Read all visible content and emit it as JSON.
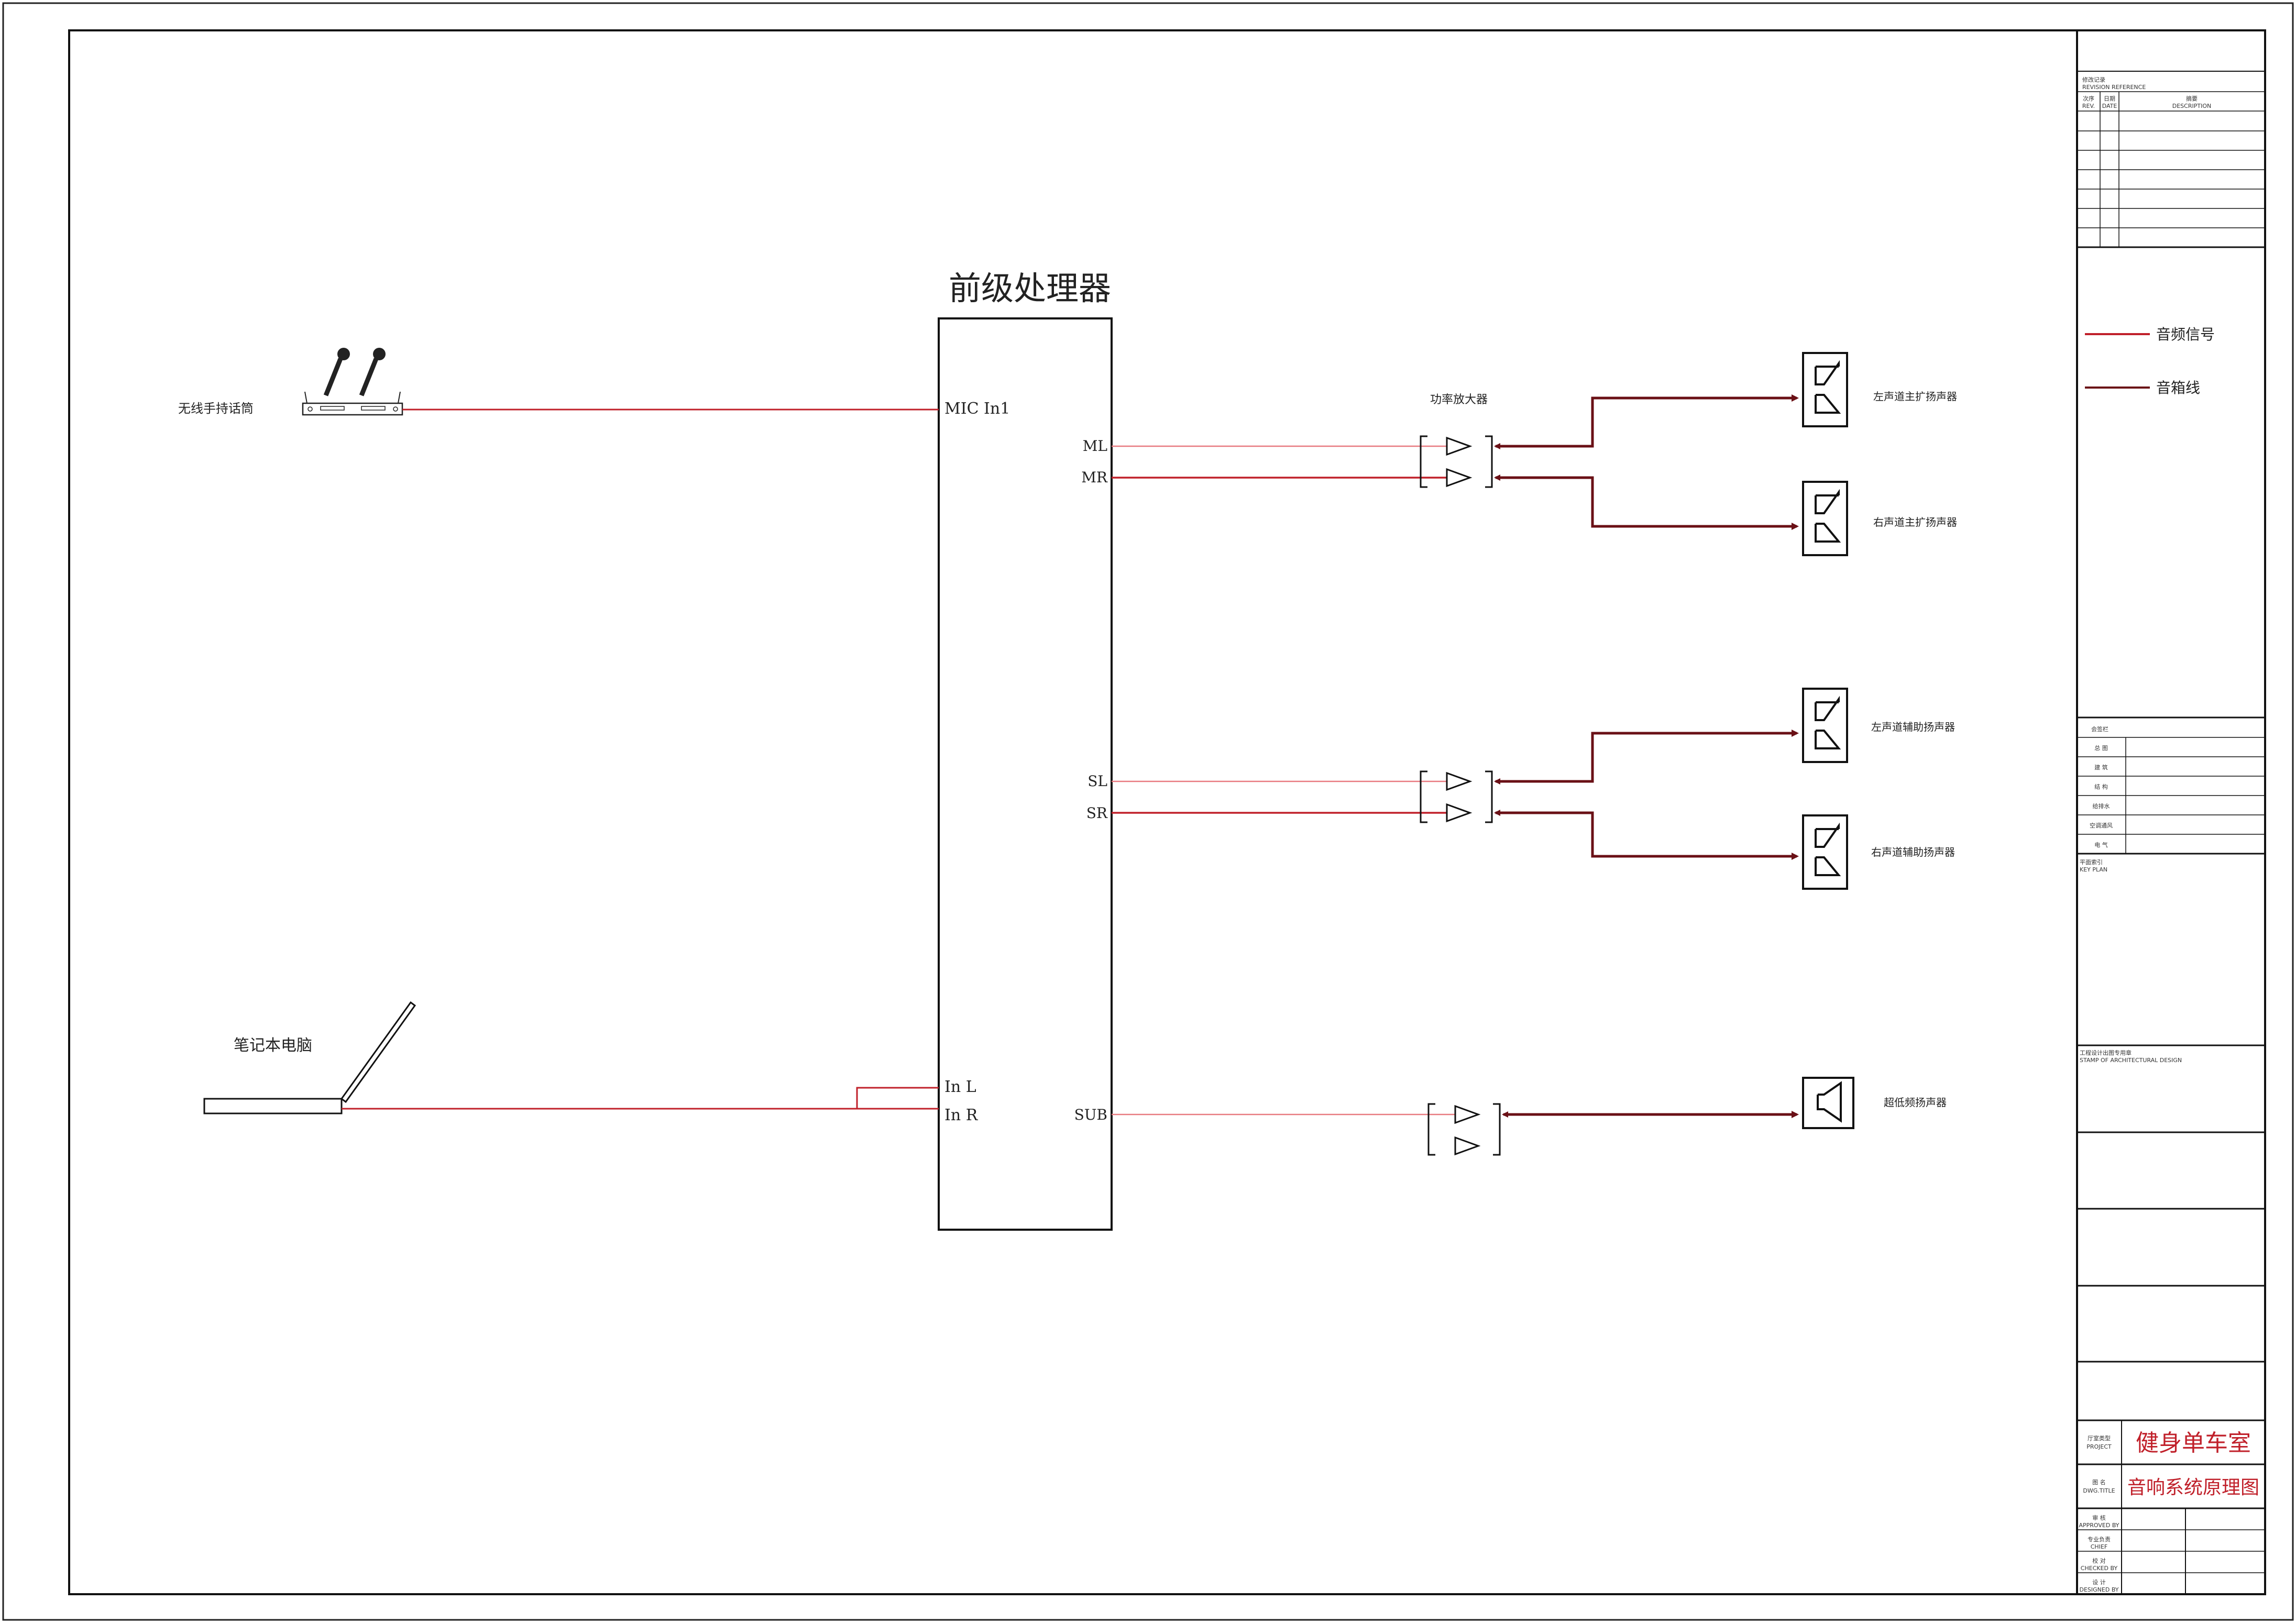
{
  "diagram": {
    "processor": {
      "title": "前级处理器",
      "ports_in": [
        "MIC In1",
        "In L",
        "In R"
      ],
      "ports_out": [
        "ML",
        "MR",
        "SL",
        "SR",
        "SUB"
      ]
    },
    "sources": {
      "mic": "无线手持话筒",
      "laptop": "笔记本电脑"
    },
    "amplifier_label": "功率放大器",
    "speakers": {
      "main_left": "左声道主扩扬声器",
      "main_right": "右声道主扩扬声器",
      "aux_left": "左声道辅助扬声器",
      "aux_right": "右声道辅助扬声器",
      "sub": "超低频扬声器"
    },
    "legend": {
      "audio_signal": "音频信号",
      "speaker_cable": "音箱线",
      "audio_color": "#c0202a",
      "speaker_color": "#6a1016"
    }
  },
  "title_block": {
    "revision_header": "修改记录",
    "revision_header_en": "REVISION REFERENCE",
    "rev_col": "次序",
    "rev_col_en": "REV.",
    "date_col": "日期",
    "date_col_en": "DATE",
    "desc_col": "摘要",
    "desc_col_en": "DESCRIPTION",
    "cosign_header": "会签栏",
    "cosign_rows": [
      "总 图",
      "建 筑",
      "结 构",
      "给排水",
      "空调通风",
      "电 气"
    ],
    "key_plan": "平面索引",
    "key_plan_en": "KEY PLAN",
    "stamp": "工程设计出图专用章",
    "stamp_en": "STAMP OF ARCHITECTURAL DESIGN",
    "project_label": "厅室类型",
    "project_label_en": "PROJECT",
    "project_name": "健身单车室",
    "drawing_label": "图 名",
    "drawing_label_en": "DWG.TITLE",
    "drawing_title": "音响系统原理图",
    "sign_rows": [
      {
        "cn": "审 核",
        "en": "APPROVED BY"
      },
      {
        "cn": "专业负责",
        "en": "CHIEF"
      },
      {
        "cn": "校 对",
        "en": "CHECKED BY"
      },
      {
        "cn": "设 计",
        "en": "DESIGNED BY"
      }
    ]
  }
}
